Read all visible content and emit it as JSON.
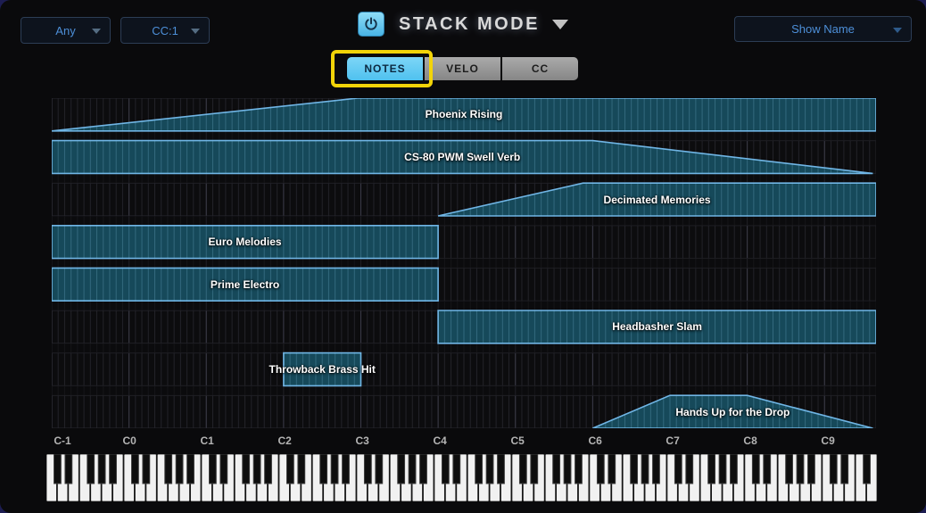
{
  "header": {
    "channel_dropdown": {
      "value": "Any"
    },
    "cc_dropdown": {
      "value": "CC:1"
    },
    "title": "STACK MODE",
    "name_dropdown": {
      "value": "Show Name"
    }
  },
  "tabs": [
    {
      "label": "NOTES",
      "active": true
    },
    {
      "label": "VELO",
      "active": false
    },
    {
      "label": "CC",
      "active": false
    }
  ],
  "annotation": {
    "target_tab": "NOTES"
  },
  "zones": [
    {
      "name": "Phoenix Rising",
      "points": [
        [
          0,
          0
        ],
        [
          47.5,
          1
        ],
        [
          128,
          1
        ],
        [
          128,
          0
        ]
      ]
    },
    {
      "name": "CS-80 PWM Swell Verb",
      "points": [
        [
          0,
          0
        ],
        [
          0,
          1
        ],
        [
          84,
          1
        ],
        [
          127.5,
          0
        ]
      ]
    },
    {
      "name": "Decimated Memories",
      "points": [
        [
          60,
          0
        ],
        [
          82.5,
          1
        ],
        [
          128,
          1
        ],
        [
          128,
          0
        ]
      ]
    },
    {
      "name": "Euro Melodies",
      "points": [
        [
          0,
          0
        ],
        [
          0,
          1
        ],
        [
          60,
          1
        ],
        [
          60,
          0
        ]
      ]
    },
    {
      "name": "Prime Electro",
      "points": [
        [
          0,
          0
        ],
        [
          0,
          1
        ],
        [
          60,
          1
        ],
        [
          60,
          0
        ]
      ]
    },
    {
      "name": "Headbasher Slam",
      "points": [
        [
          60,
          0
        ],
        [
          60,
          1
        ],
        [
          128,
          1
        ],
        [
          128,
          0
        ]
      ]
    },
    {
      "name": "Throwback Brass Hit",
      "points": [
        [
          36,
          0
        ],
        [
          36,
          1
        ],
        [
          48,
          1
        ],
        [
          48,
          0
        ]
      ]
    },
    {
      "name": "Hands Up for the Drop",
      "points": [
        [
          84,
          0
        ],
        [
          96,
          1
        ],
        [
          108,
          1
        ],
        [
          127.5,
          0
        ]
      ]
    }
  ],
  "keyboard": {
    "octave_labels": [
      "C-1",
      "C0",
      "C1",
      "C2",
      "C3",
      "C4",
      "C5",
      "C6",
      "C7",
      "C8",
      "C9"
    ],
    "num_notes": 128
  },
  "colors": {
    "accent_cyan": "#5bc9f5",
    "zone_fill": "#16495a",
    "zone_border": "#6fb5e5",
    "highlight_yellow": "#f2d408",
    "dropdown_text": "#4d8fd8",
    "window_bg": "#0a0a0c"
  }
}
